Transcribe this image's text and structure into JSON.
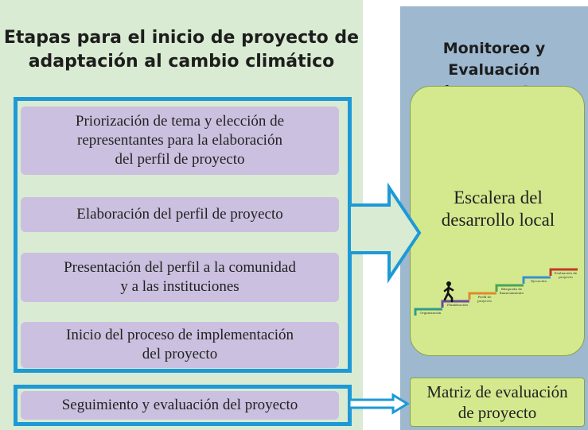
{
  "left_panel": {
    "title": "Etapas para el inicio de proyecto de\nadaptación al cambio climático",
    "steps": [
      "Priorización de tema y elección de\nrepresentantes para la elaboración\ndel perfil de proyecto",
      "Elaboración del perfil de proyecto",
      "Presentación del perfil a la comunidad\ny a las instituciones",
      "Inicio del proceso de implementación\ndel proyecto",
      "Seguimiento y evaluación del proyecto"
    ]
  },
  "right_panel": {
    "title": "Monitoreo y Evaluación\nde proyectos",
    "ladder_label": "Escalera del\ndesarrollo local",
    "stairs": [
      "Organización",
      "Planificación",
      "Perfil de proyecto",
      "Búsqueda de financiamiento",
      "Ejecución",
      "Evaluación de proyecto"
    ],
    "matrix_label": "Matriz de evaluación\nde proyecto"
  },
  "colors": {
    "left_bg": "#d9ebd2",
    "right_bg": "#9db8cf",
    "frame_blue": "#1d9ad6",
    "step_purple": "#cbc0df",
    "box_green": "#d4e98e",
    "stair_colors": [
      "#2e9c8c",
      "#6a4c9c",
      "#e08a2a",
      "#4aa55a",
      "#3a8fd0",
      "#c0392b"
    ]
  }
}
